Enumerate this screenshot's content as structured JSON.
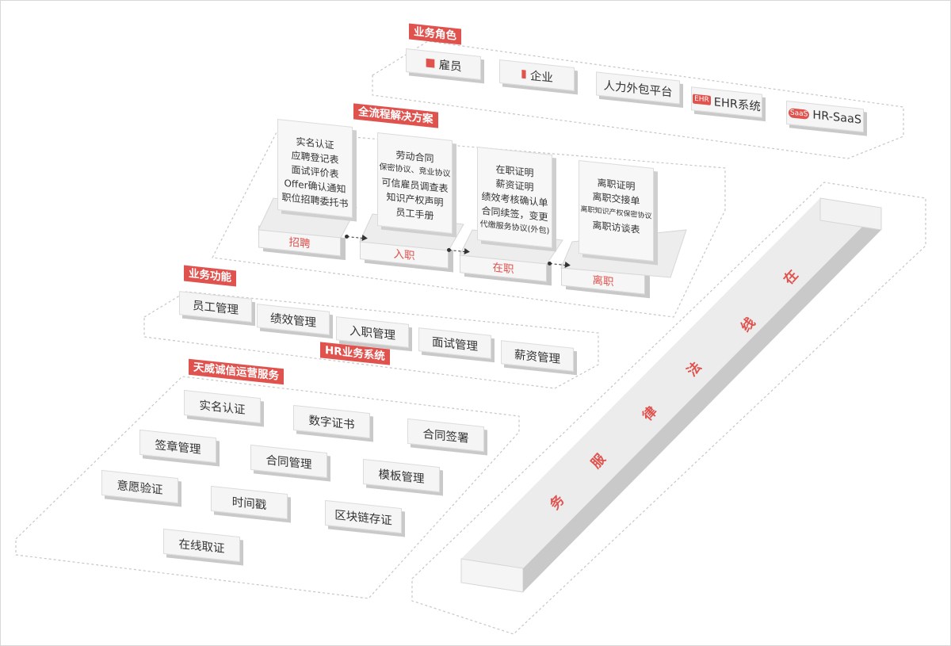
{
  "sections": {
    "business_roles": {
      "title": "业务角色",
      "items": [
        {
          "label": "雇员",
          "icon": "employee-cube-icon"
        },
        {
          "label": "企业",
          "icon": "building-icon"
        },
        {
          "label": "人力外包平台",
          "icon": ""
        },
        {
          "label": "EHR系统",
          "icon": "ehr-badge-icon",
          "badge": "EHR"
        },
        {
          "label": "HR-SaaS",
          "icon": "saas-cloud-icon",
          "badge": "SaaS"
        }
      ]
    },
    "full_process": {
      "title": "全流程解决方案",
      "stages": [
        {
          "label": "招聘",
          "docs": [
            "实名认证",
            "应聘登记表",
            "面试评价表",
            "Offer确认通知",
            "职位招聘委托书"
          ]
        },
        {
          "label": "入职",
          "docs": [
            "劳动合同",
            "保密协议、竞业协议",
            "可信雇员调查表",
            "知识产权声明",
            "员工手册"
          ]
        },
        {
          "label": "在职",
          "docs": [
            "在职证明",
            "薪资证明",
            "绩效考核确认单",
            "合同续签，变更",
            "代缴服务协议(外包)"
          ]
        },
        {
          "label": "离职",
          "docs": [
            "离职证明",
            "离职交接单",
            "离职知识产权保密协议",
            "离职访谈表"
          ]
        }
      ]
    },
    "business_functions": {
      "title": "业务功能",
      "items": [
        "员工管理",
        "绩效管理",
        "入职管理",
        "面试管理",
        "薪资管理"
      ]
    },
    "hr_system": {
      "title": "HR业务系统"
    },
    "operations": {
      "title": "天威诚信运营服务",
      "items": [
        "实名认证",
        "数字证书",
        "合同签署",
        "签章管理",
        "合同管理",
        "模板管理",
        "意愿验证",
        "时间戳",
        "区块链存证",
        "在线取证"
      ]
    },
    "legal_service": {
      "chars": [
        "在",
        "线",
        "法",
        "律",
        "服",
        "务"
      ]
    }
  },
  "colors": {
    "accent": "#e0524d",
    "block": "#f5f5f5",
    "shadow": "#c9c9c9",
    "dashed": "#c8c8c8"
  }
}
